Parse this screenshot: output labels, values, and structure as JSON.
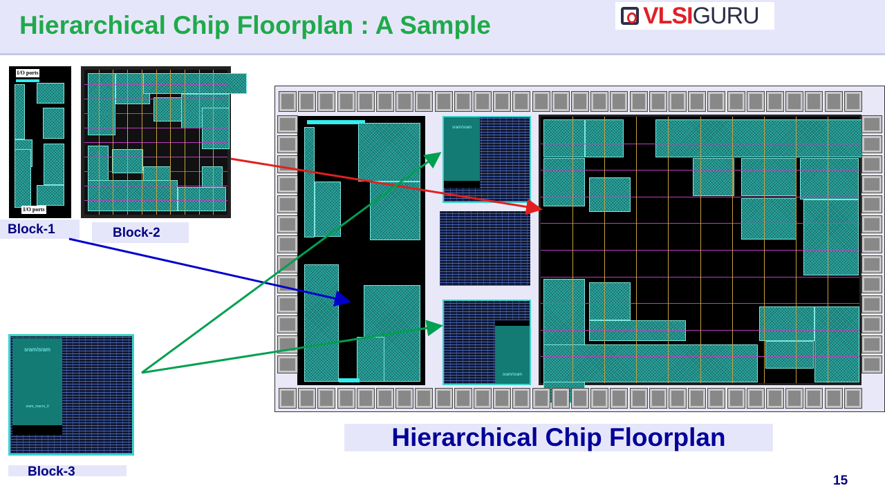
{
  "header": {
    "title": "Hierarchical Chip Floorplan : A Sample",
    "logo": {
      "text_red": "VLSI",
      "text_dark": "GURU"
    }
  },
  "blocks": {
    "block1": {
      "label": "Block-1",
      "io_top": "I/O ports",
      "io_bottom": "I/O ports"
    },
    "block2": {
      "label": "Block-2"
    },
    "block3": {
      "label": "Block-3",
      "sram_label": "sram/sram",
      "sram_sub": "sram_macro_0"
    }
  },
  "chip": {
    "caption": "Hierarchical Chip Floorplan",
    "sram_top": "sram/sram",
    "sram_bottom": "sram/sram"
  },
  "arrows": [
    {
      "from": "Block-1",
      "color": "#0000cc"
    },
    {
      "from": "Block-2",
      "color": "#e02020"
    },
    {
      "from": "Block-3",
      "color": "#00a050"
    }
  ],
  "page_number": "15"
}
